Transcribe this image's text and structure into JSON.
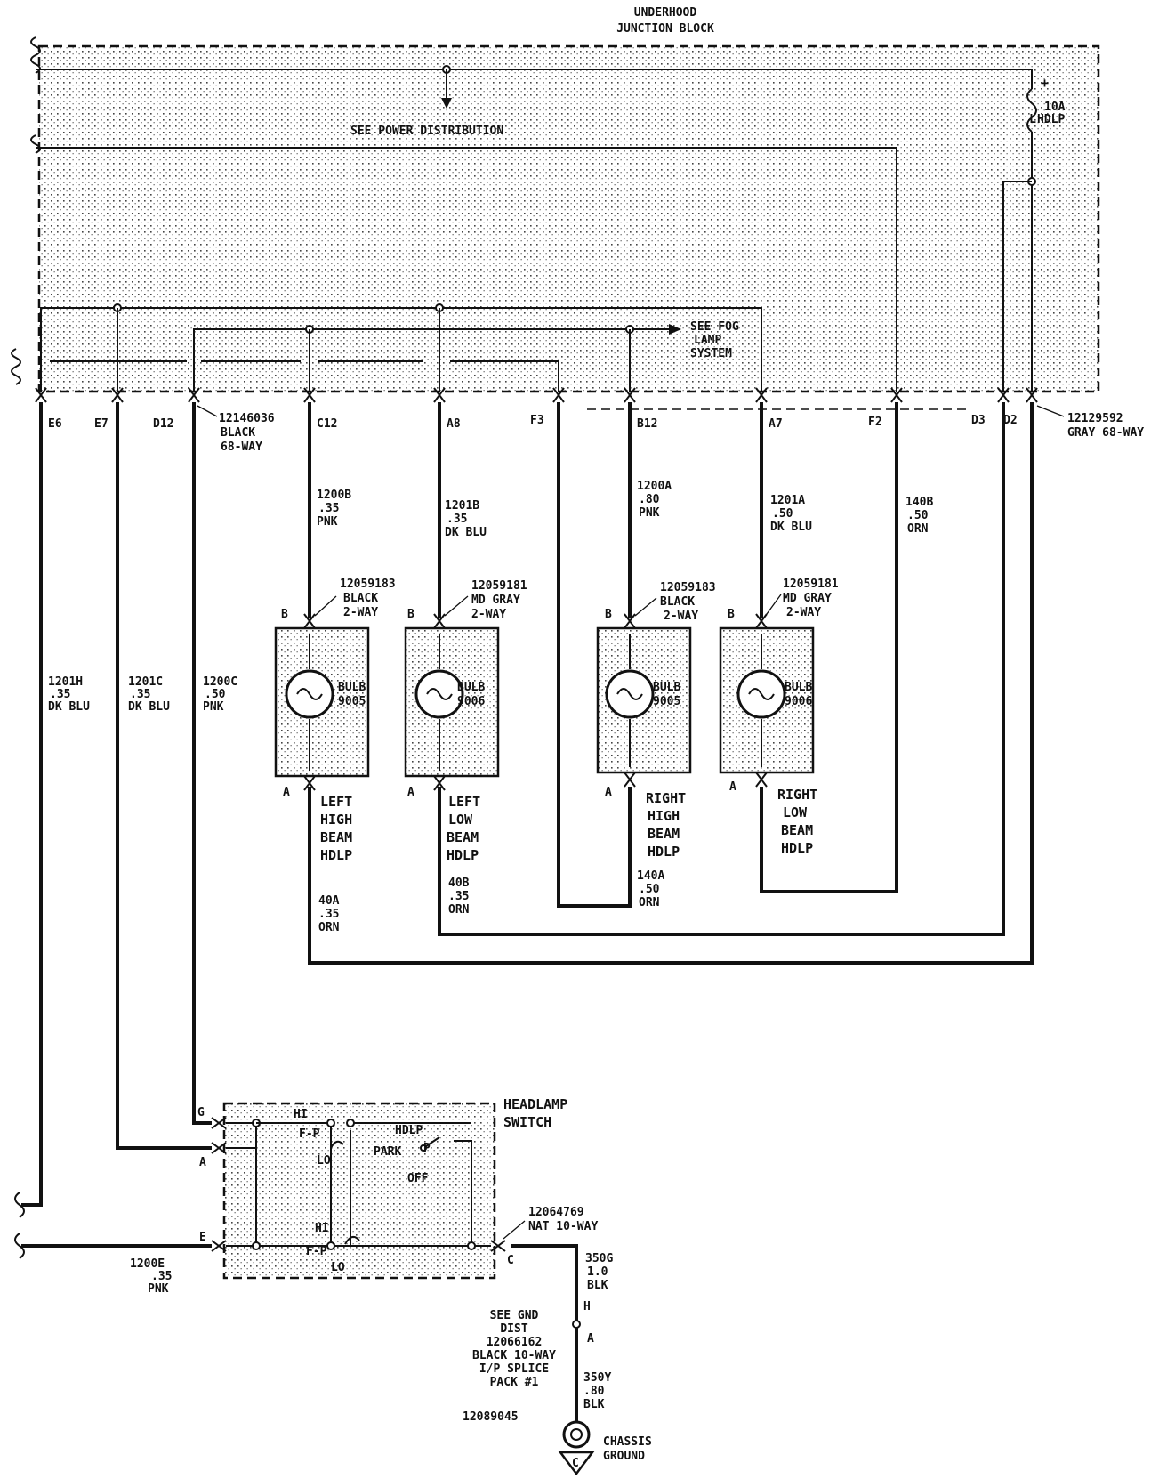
{
  "junction_block": {
    "title_1": "UNDERHOOD",
    "title_2": "JUNCTION BLOCK"
  },
  "fuse": {
    "plus": "+",
    "rating": "10A",
    "name": "HDLP",
    "letter": "L"
  },
  "power_note": "SEE POWER DISTRIBUTION",
  "fog_note": [
    "SEE FOG",
    "LAMP",
    "SYSTEM"
  ],
  "pins": [
    "E6",
    "E7",
    "D12",
    "C12",
    "A8",
    "F3",
    "B12",
    "A7",
    "F2",
    "D3",
    "D2"
  ],
  "connector_left": [
    "12146036",
    "BLACK",
    "68-WAY"
  ],
  "connector_right": [
    "12129592",
    "GRAY 68-WAY"
  ],
  "wires": {
    "w1201h": [
      "1201H",
      ".35",
      "DK BLU"
    ],
    "w1201c": [
      "1201C",
      ".35",
      "DK BLU"
    ],
    "w1200c": [
      "1200C",
      ".50",
      "PNK"
    ],
    "w1200b": [
      "1200B",
      ".35",
      "PNK"
    ],
    "w1201b": [
      "1201B",
      ".35",
      "DK BLU"
    ],
    "w1200a": [
      "1200A",
      ".80",
      "PNK"
    ],
    "w1201a": [
      "1201A",
      ".50",
      "DK BLU"
    ],
    "w140b": [
      "140B",
      ".50",
      "ORN"
    ],
    "w40a": [
      "40A",
      ".35",
      "ORN"
    ],
    "w40b": [
      "40B",
      ".35",
      "ORN"
    ],
    "w140a": [
      "140A",
      ".50",
      "ORN"
    ],
    "w1200e": [
      "1200E",
      ".35",
      "PNK"
    ],
    "w350g": [
      "350G",
      "1.0",
      "BLK"
    ],
    "w350y": [
      "350Y",
      ".80",
      "BLK"
    ]
  },
  "lamps": [
    {
      "conn": [
        "12059183",
        "BLACK",
        "2-WAY"
      ],
      "bulb": [
        "BULB",
        "9005"
      ],
      "name": [
        "LEFT",
        "HIGH",
        "BEAM",
        "HDLP"
      ],
      "pin_b": "B",
      "pin_a": "A"
    },
    {
      "conn": [
        "12059181",
        "MD GRAY",
        "2-WAY"
      ],
      "bulb": [
        "BULB",
        "9006"
      ],
      "name": [
        "LEFT",
        "LOW",
        "BEAM",
        "HDLP"
      ],
      "pin_b": "B",
      "pin_a": "A"
    },
    {
      "conn": [
        "12059183",
        "BLACK",
        "2-WAY"
      ],
      "bulb": [
        "BULB",
        "9005"
      ],
      "name": [
        "RIGHT",
        "HIGH",
        "BEAM",
        "HDLP"
      ],
      "pin_b": "B",
      "pin_a": "A"
    },
    {
      "conn": [
        "12059181",
        "MD GRAY",
        "2-WAY"
      ],
      "bulb": [
        "BULB",
        "9006"
      ],
      "name": [
        "RIGHT",
        "LOW",
        "BEAM",
        "HDLP"
      ],
      "pin_b": "B",
      "pin_a": "A"
    }
  ],
  "switch": {
    "title": [
      "HEADLAMP",
      "SWITCH"
    ],
    "pins": {
      "g": "G",
      "a": "A",
      "e": "E",
      "c": "C"
    },
    "labels": {
      "hi_top": "HI",
      "fp_top": "F-P",
      "lo_top": "LO",
      "hdlp": "HDLP",
      "park": "PARK",
      "p": "P",
      "off": "OFF",
      "hi_bot": "HI",
      "fp_bot": "F-P",
      "lo_bot": "LO"
    },
    "conn": [
      "12064769",
      "NAT 10-WAY"
    ]
  },
  "splice": {
    "text": [
      "SEE GND",
      "DIST",
      "12066162",
      "BLACK 10-WAY",
      "I/P SPLICE",
      "PACK #1"
    ],
    "pin_h": "H",
    "pin_a": "A"
  },
  "ground": {
    "part": "12089045",
    "name": [
      "CHASSIS",
      "GROUND"
    ],
    "symbol": "C"
  }
}
